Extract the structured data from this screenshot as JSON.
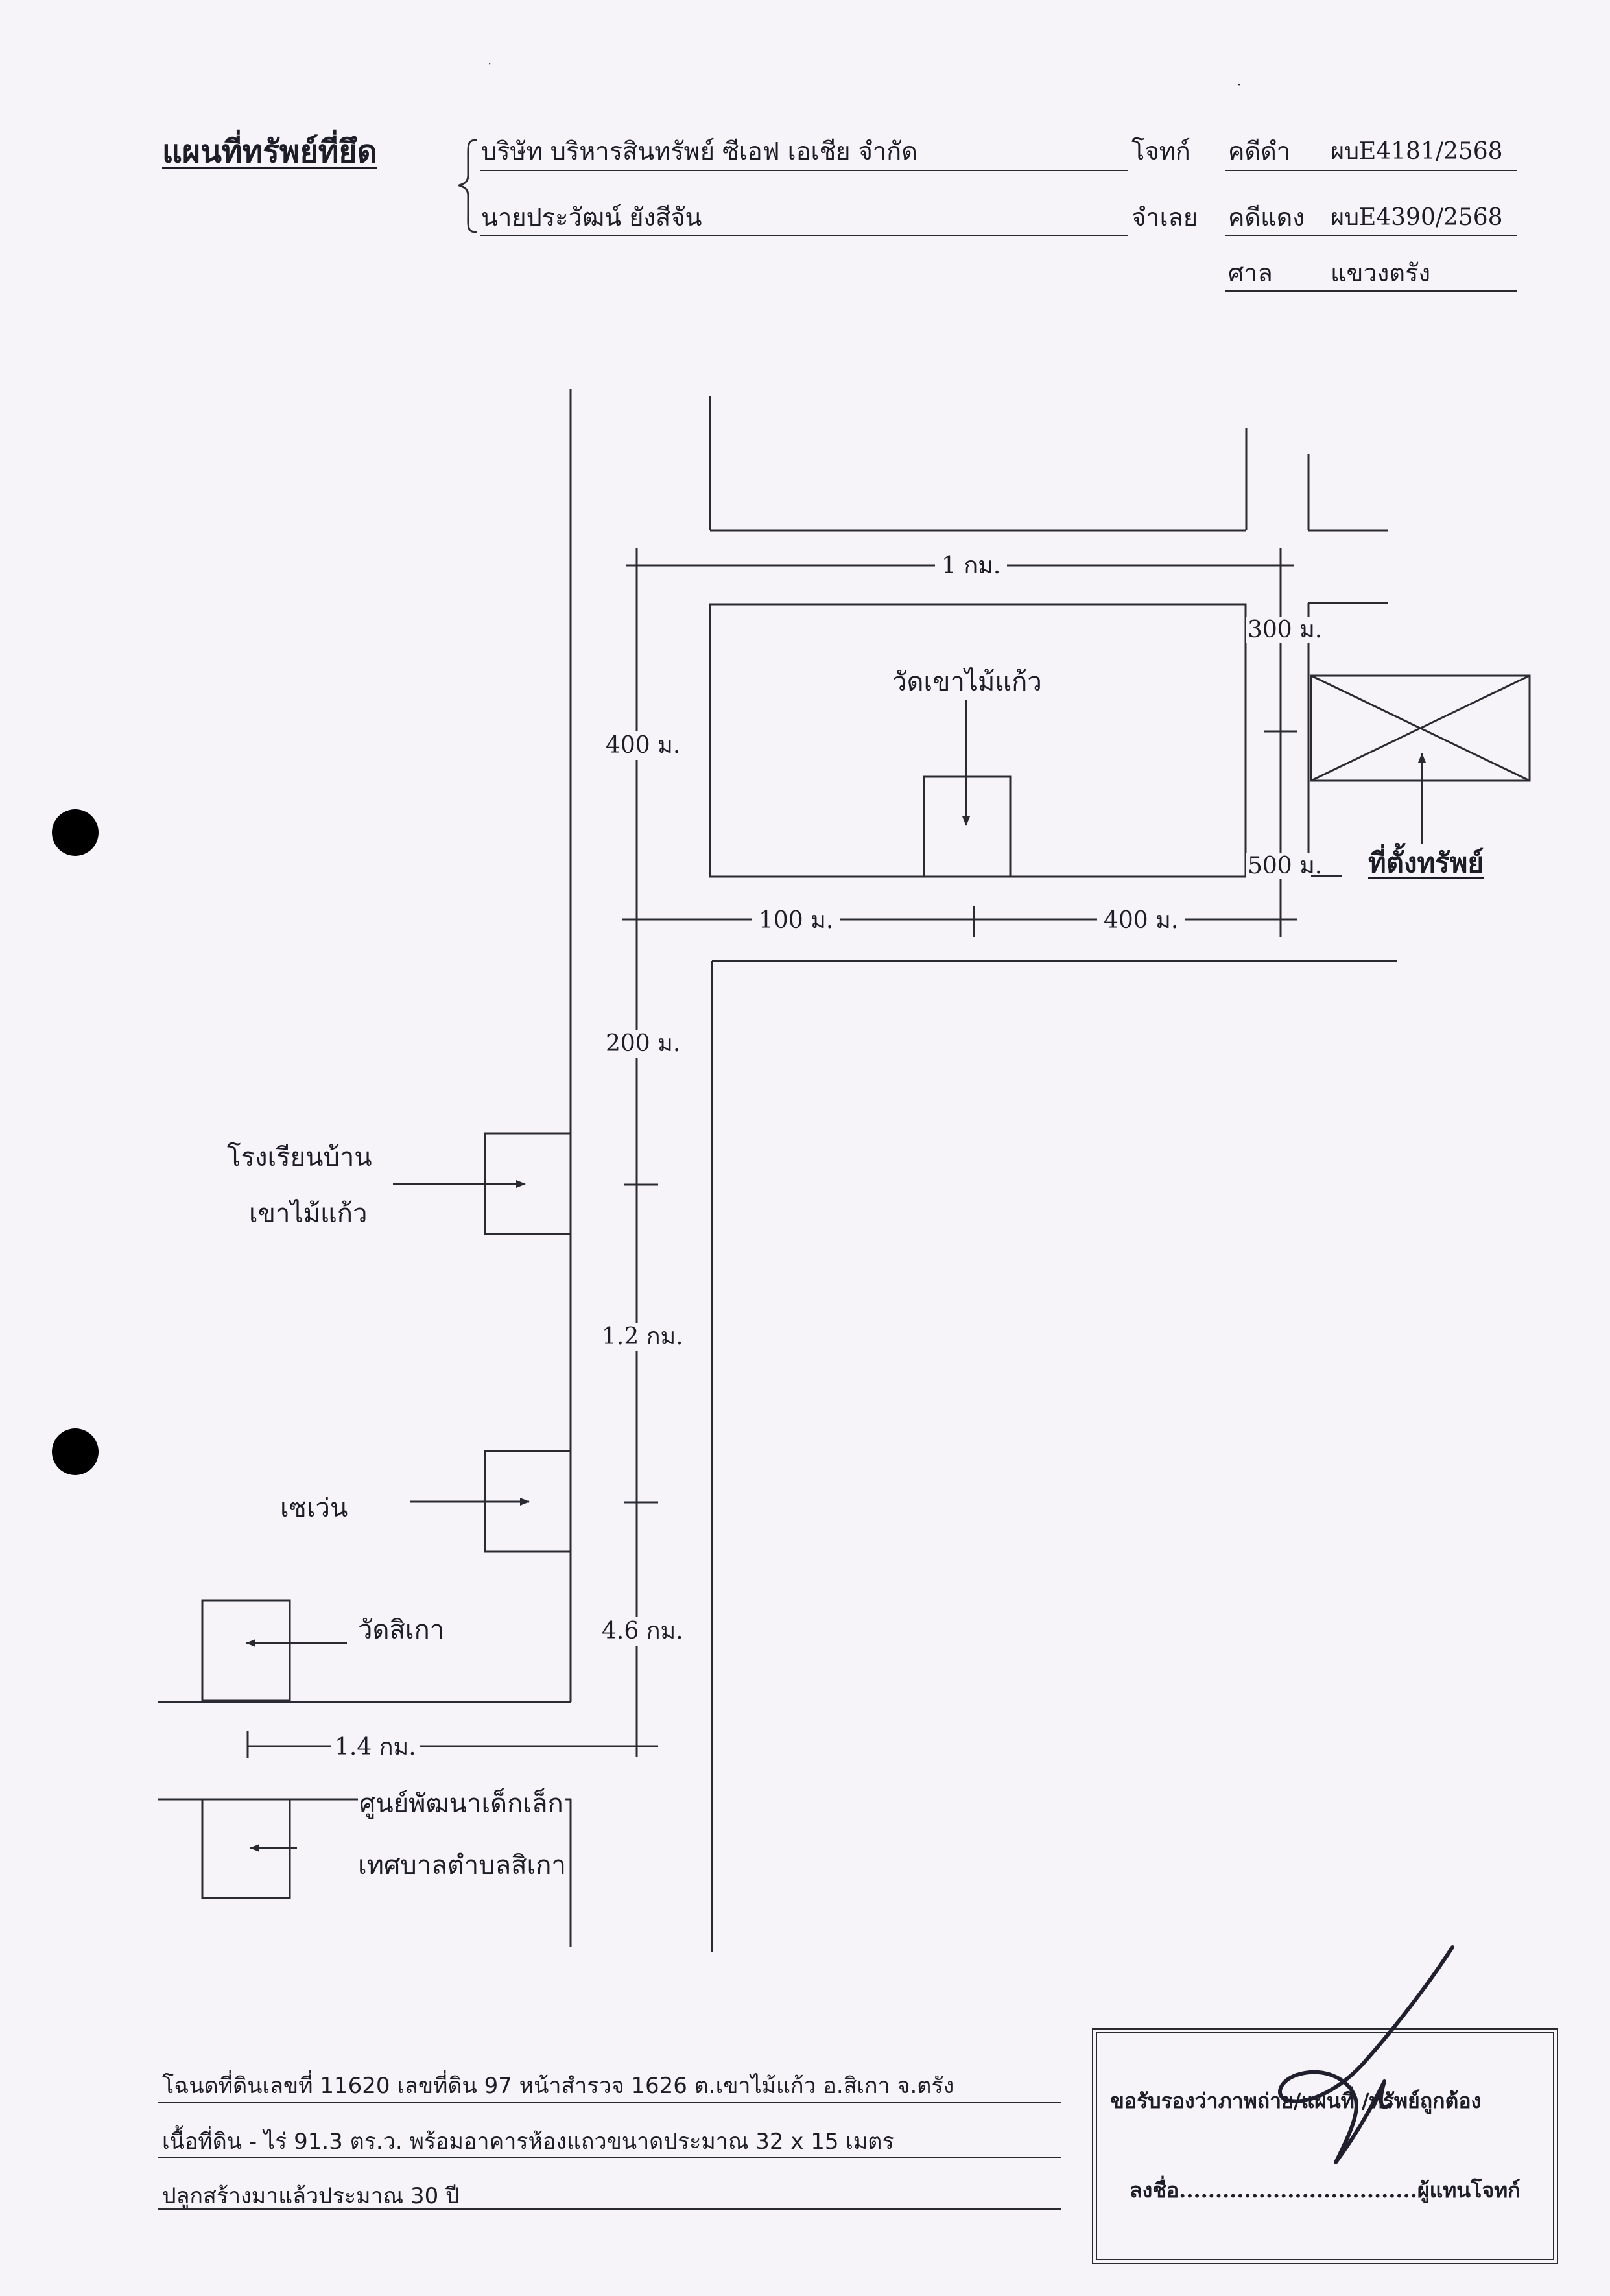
{
  "header": {
    "title": "แผนที่ทรัพย์ที่ยึด",
    "plaintiff_name": "บริษัท บริหารสินทรัพย์ ซีเอฟ เอเชีย จำกัด",
    "plaintiff_role": "โจทก์",
    "defendant_name": "นายประวัฒน์  ยังสีจัน",
    "defendant_role": "จำเลย",
    "black_case_label": "คดีดำ",
    "black_case_no": "ผบE4181/2568",
    "red_case_label": "คดีแดง",
    "red_case_no": "ผบE4390/2568",
    "court_label": "ศาล",
    "court_name": "แขวงตรัง"
  },
  "map": {
    "distances": {
      "top_width": "1 กม.",
      "left_upper": "400 ม.",
      "right_upper": "300 ม.",
      "right_lower": "500 ม.",
      "bottom_left": "100 ม.",
      "bottom_right": "400 ม.",
      "seg_200": "200 ม.",
      "seg_1_2": "1.2 กม.",
      "seg_4_6": "4.6 กม.",
      "seg_1_4": "1.4 กม."
    },
    "landmarks": {
      "temple_khao_mai_kaeo": "วัดเขาไม้แก้ว",
      "property_location": "ที่ตั้งทรัพย์",
      "school_line1": "โรงเรียนบ้าน",
      "school_line2": "เขาไม้แก้ว",
      "seven_eleven": "เซเว่น",
      "temple_sikao": "วัดสิเกา",
      "child_center_line1": "ศูนย์พัฒนาเด็กเล็ก",
      "child_center_line2": "เทศบาลตำบลสิเกา"
    }
  },
  "footer": {
    "deed_line": "โฉนดที่ดินเลขที่  11620 เลขที่ดิน 97 หน้าสำรวจ 1626 ต.เขาไม้แก้ว อ.สิเกา จ.ตรัง",
    "area_line": "เนื้อที่ดิน  -  ไร่ 91.3 ตร.ว.  พร้อมอาคารห้องแถวขนาดประมาณ 32 x 15 เมตร",
    "age_line": "ปลูกสร้างมาแล้วประมาณ 30 ปี",
    "certify_text": "ขอรับรองว่าภาพถ่าย/แผนที่ /ทรัพย์ถูกต้อง",
    "sign_text": "ลงชื่อ.................................ผู้แทนโจทก์"
  }
}
